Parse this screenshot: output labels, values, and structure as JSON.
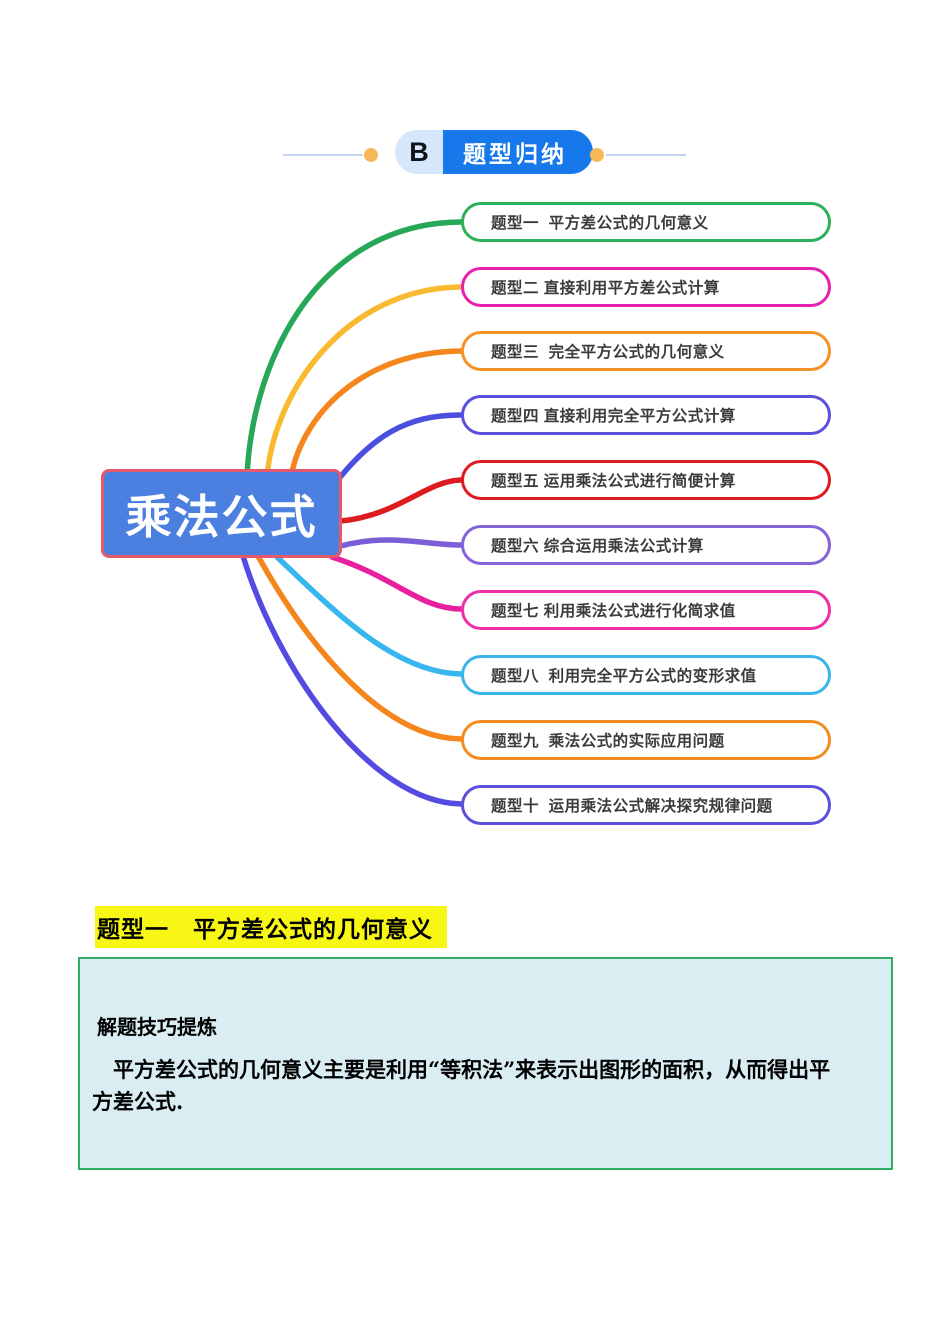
{
  "badge": {
    "letter": "B",
    "label": "题型归纳"
  },
  "mindmap": {
    "center_label": "乘法公式",
    "nodes": [
      {
        "label": "题型一  平方差公式的几何意义",
        "border_color": "#2eb05a",
        "line_color": "#27a859"
      },
      {
        "label": "题型二 直接利用平方差公式计算",
        "border_color": "#e621b0",
        "line_color": "#f8ba31"
      },
      {
        "label": "题型三  完全平方公式的几何意义",
        "border_color": "#f49225",
        "line_color": "#f4861d"
      },
      {
        "label": "题型四 直接利用完全平方公式计算",
        "border_color": "#5a50dd",
        "line_color": "#4b4fe0"
      },
      {
        "label": "题型五 运用乘法公式进行简便计算",
        "border_color": "#dd1c20",
        "line_color": "#dd1c20"
      },
      {
        "label": "题型六 综合运用乘法公式计算",
        "border_color": "#8464d8",
        "line_color": "#7a5fd8"
      },
      {
        "label": "题型七 利用乘法公式进行化简求值",
        "border_color": "#ee2fa8",
        "line_color": "#e81f9f"
      },
      {
        "label": "题型八  利用完全平方公式的变形求值",
        "border_color": "#3ab5ec",
        "line_color": "#38b6ee"
      },
      {
        "label": "题型九  乘法公式的实际应用问题",
        "border_color": "#f48c20",
        "line_color": "#f4861d"
      },
      {
        "label": "题型十  运用乘法公式解决探究规律问题",
        "border_color": "#5a50dd",
        "line_color": "#544be0"
      }
    ]
  },
  "section": {
    "title": "题型一　平方差公式的几何意义"
  },
  "tipbox": {
    "heading": "解题技巧提炼",
    "body": "平方差公式的几何意义主要是利用“等积法”来表示出图形的面积，从而得出平方差公式."
  },
  "colors": {
    "badge_blue": "#1678ea",
    "badge_light": "#d6e7fb",
    "header_dot_orange": "#f6b858",
    "center_fill": "#4b80e1",
    "center_border": "#e4596b",
    "highlight_yellow": "#f8f614",
    "tipbox_bg": "#d9edf2",
    "tipbox_border": "#2fae63"
  }
}
